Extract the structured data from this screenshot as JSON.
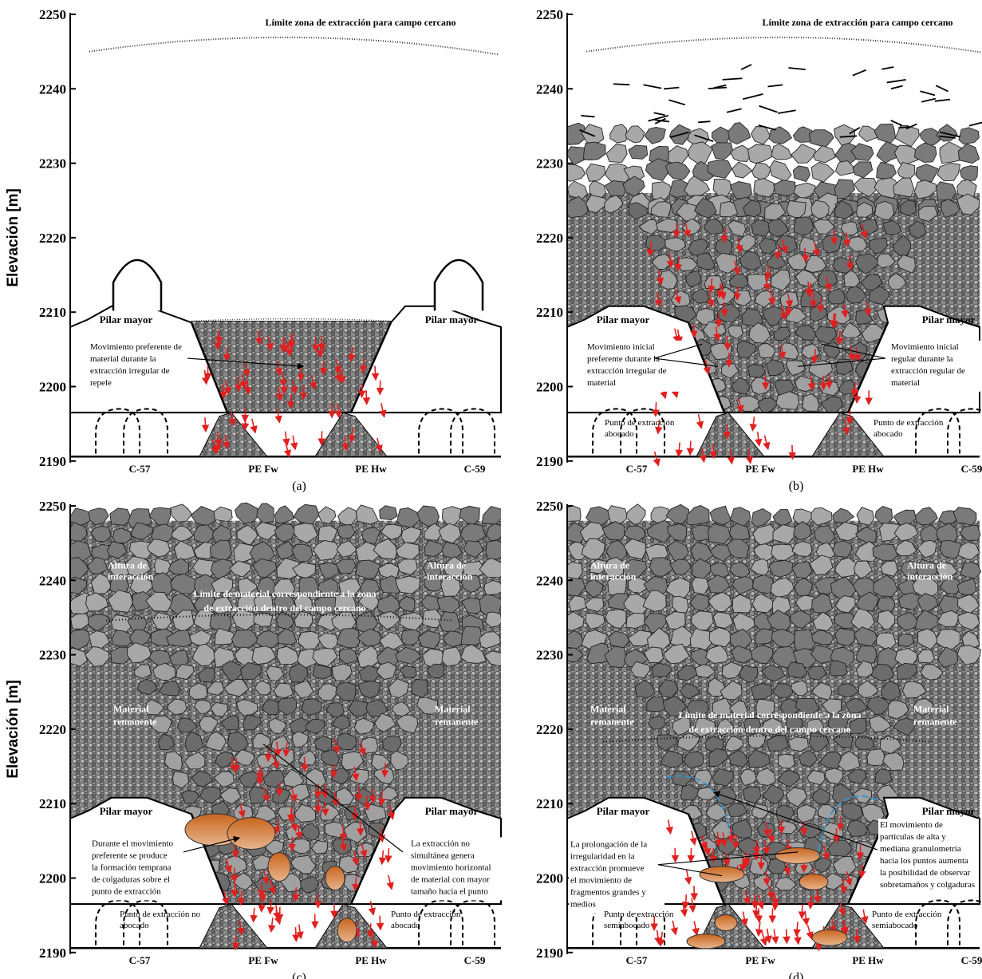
{
  "y_axis": {
    "label": "Elevación [m]",
    "ticks": [
      "2250",
      "2240",
      "2230",
      "2220",
      "2210",
      "2200",
      "2190"
    ]
  },
  "x_labels": [
    "C-57",
    "PE Fw",
    "PE Hw",
    "C-59"
  ],
  "panels": [
    {
      "id": "a",
      "caption": "(a)",
      "header": "Límite zona de extracción para campo cercano",
      "pilar_left": "Pilar mayor",
      "pilar_right": "Pilar mayor",
      "note_left": [
        "Movimiento preferente de",
        "material durante la",
        "extracción irregular de",
        "repele"
      ]
    },
    {
      "id": "b",
      "caption": "(b)",
      "header": "Límite zona de extracción para campo cercano",
      "pilar_left": "Pilar mayor",
      "pilar_right": "Pilar mayor",
      "note_left": [
        "Movimiento inicial",
        "preferente durante la",
        "extracción irregular de",
        "material"
      ],
      "note_right": [
        "Movimiento inicial",
        "regular durante la",
        "extracción regular de",
        "material"
      ],
      "point_left": [
        "Punto de extracción",
        "abocado"
      ],
      "point_right": [
        "Punto de extracción",
        "abocado"
      ]
    },
    {
      "id": "c",
      "caption": "(c)",
      "pilar_left": "Pilar mayor",
      "pilar_right": "Pilar mayor",
      "interaction_left": [
        "Altura de",
        "interacción"
      ],
      "interaction_right": [
        "Altura de",
        "interacción"
      ],
      "limit_text": [
        "Límite de material correspondiente a la zona",
        "de extracción dentro del campo cercano"
      ],
      "remanent_left": [
        "Material",
        "remanente"
      ],
      "remanent_right": [
        "Material",
        "remanente"
      ],
      "note_left": [
        "Durante el movimiento",
        "preferente se produce",
        "la formación temprana",
        "de colgaduras sobre el",
        "punto de extracción"
      ],
      "note_right": [
        "La extracción no",
        "simultánea genera",
        "movimiento horizontal",
        "de material con mayor",
        "tamaño hacia el punto"
      ],
      "point_left": [
        "Punto de extracción no",
        "abocado"
      ],
      "point_right": [
        "Punto de extracción",
        "abocado"
      ]
    },
    {
      "id": "d",
      "caption": "(d)",
      "pilar_left": "Pilar mayor",
      "pilar_right": "Pilar mayor",
      "interaction_left": [
        "Altura de",
        "interacción"
      ],
      "interaction_right": [
        "Altura de",
        "interacción"
      ],
      "limit_text": [
        "Límite de material correspondiente a la zona",
        "de extracción dentro del campo cercano"
      ],
      "remanent_left": [
        "Material",
        "remanente"
      ],
      "remanent_right": [
        "Material",
        "remanente"
      ],
      "note_left": [
        "La prolongación de la",
        "irregularidad en la",
        "extracción promueve",
        "el movimiento de",
        "fragmentos grandes y",
        "medios"
      ],
      "note_right": [
        "El movimiento de",
        "partículas de alta y",
        "mediana granulometría",
        "hacia los puntos aumenta",
        "la posibilidad de observar",
        "sobretamaños y colgaduras"
      ],
      "point_left": [
        "Punto de extracción",
        "semiabocado"
      ],
      "point_right": [
        "Punto de extracción",
        "semiabocado"
      ]
    }
  ],
  "colors": {
    "rock_dark": "#6e6e6e",
    "rock_light": "#a9a9a9",
    "arrow": "#e02020",
    "hangup": "#c8651e",
    "blue_path": "#3a8fc4"
  }
}
